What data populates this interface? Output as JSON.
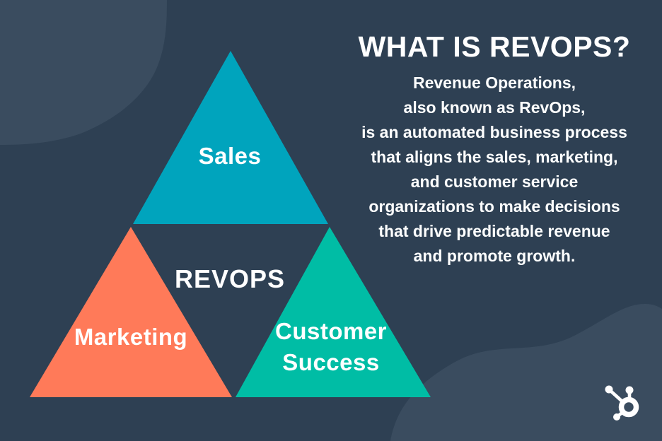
{
  "colors": {
    "background": "#2e4053",
    "blob": "#3a4c5f",
    "sales": "#00a4bd",
    "marketing": "#ff7a59",
    "customer_success": "#00bda5",
    "text": "#ffffff"
  },
  "pyramid": {
    "center_label": "REVOPS",
    "segments": [
      {
        "id": "sales",
        "label": "Sales",
        "color": "#00a4bd"
      },
      {
        "id": "marketing",
        "label": "Marketing",
        "color": "#ff7a59"
      },
      {
        "id": "customer-success",
        "label": "Customer Success",
        "color": "#00bda5"
      }
    ]
  },
  "info": {
    "title": "WHAT IS REVOPS?",
    "lines": [
      "Revenue Operations,",
      "also known as RevOps,",
      "is an automated business process",
      "that aligns the sales, marketing,",
      "and customer service",
      "organizations to make decisions",
      "that drive predictable revenue",
      "and promote growth."
    ]
  },
  "icons": {
    "logo": "hubspot-sprocket-icon"
  }
}
